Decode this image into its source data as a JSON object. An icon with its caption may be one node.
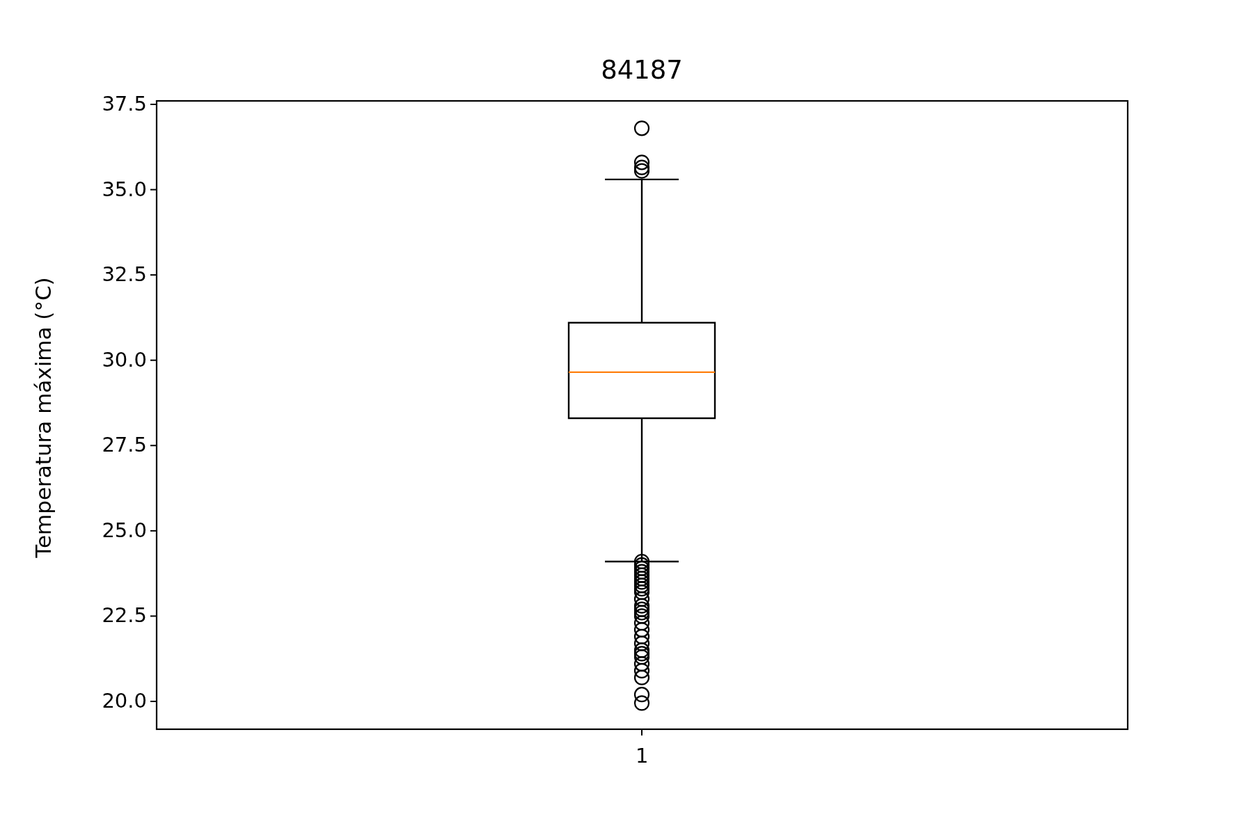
{
  "diagram": {
    "title": "84187",
    "labels": [
      "37.5",
      "35.0",
      "32.5",
      "30.0",
      "27.5",
      "25.0",
      "22.5",
      "20.0",
      "Temperatura máxima (°C)",
      "1"
    ]
  }
}
